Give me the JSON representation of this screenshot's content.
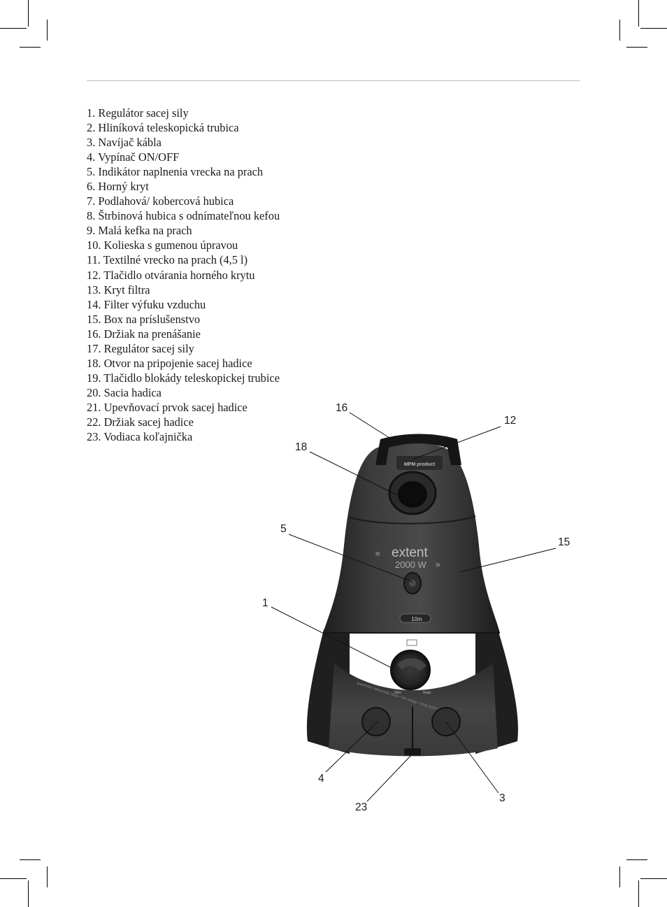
{
  "parts_list": [
    "1. Regulátor sacej sily",
    "2. Hliníková teleskopická trubica",
    "3. Navíjač kábla",
    "4. Vypínač ON/OFF",
    "5. Indikátor naplnenia vrecka na prach",
    "6. Horný kryt",
    "7. Podlahová/ kobercová hubica",
    "8. Štrbinová hubica s odnímateľnou kefou",
    "9. Malá kefka na prach",
    "10. Kolieska s gumenou úpravou",
    "11. Textilné vrecko na prach (4,5 l)",
    "12. Tlačidlo otvárania horného krytu",
    "13. Kryt filtra",
    "14. Filter výfuku vzduchu",
    "15. Box na príslušenstvo",
    "16. Držiak na prenášanie",
    "17. Regulátor sacej sily",
    "18. Otvor na pripojenie sacej hadice",
    "19. Tlačidlo blokády teleskopickej trubice",
    "20. Sacia hadica",
    "21. Upevňovací prvok sacej hadice",
    "22. Držiak sacej hadice",
    "23. Vodiaca koľajnička"
  ],
  "figure": {
    "callouts": [
      "16",
      "12",
      "18",
      "5",
      "15",
      "1",
      "4",
      "3",
      "23"
    ],
    "product_text": {
      "brand_logo": "MPM product",
      "model": "extent",
      "power": "2000 W",
      "cord_badge": "10m",
      "dial_min": "min",
      "dial_max": "max",
      "panel_legend": "automatic telescopic tube • 8m range • long cord • filter system"
    },
    "colors": {
      "body": "#3a3a3a",
      "body_dark": "#222222",
      "text": "#1a1a1a",
      "leader": "#111111"
    }
  }
}
